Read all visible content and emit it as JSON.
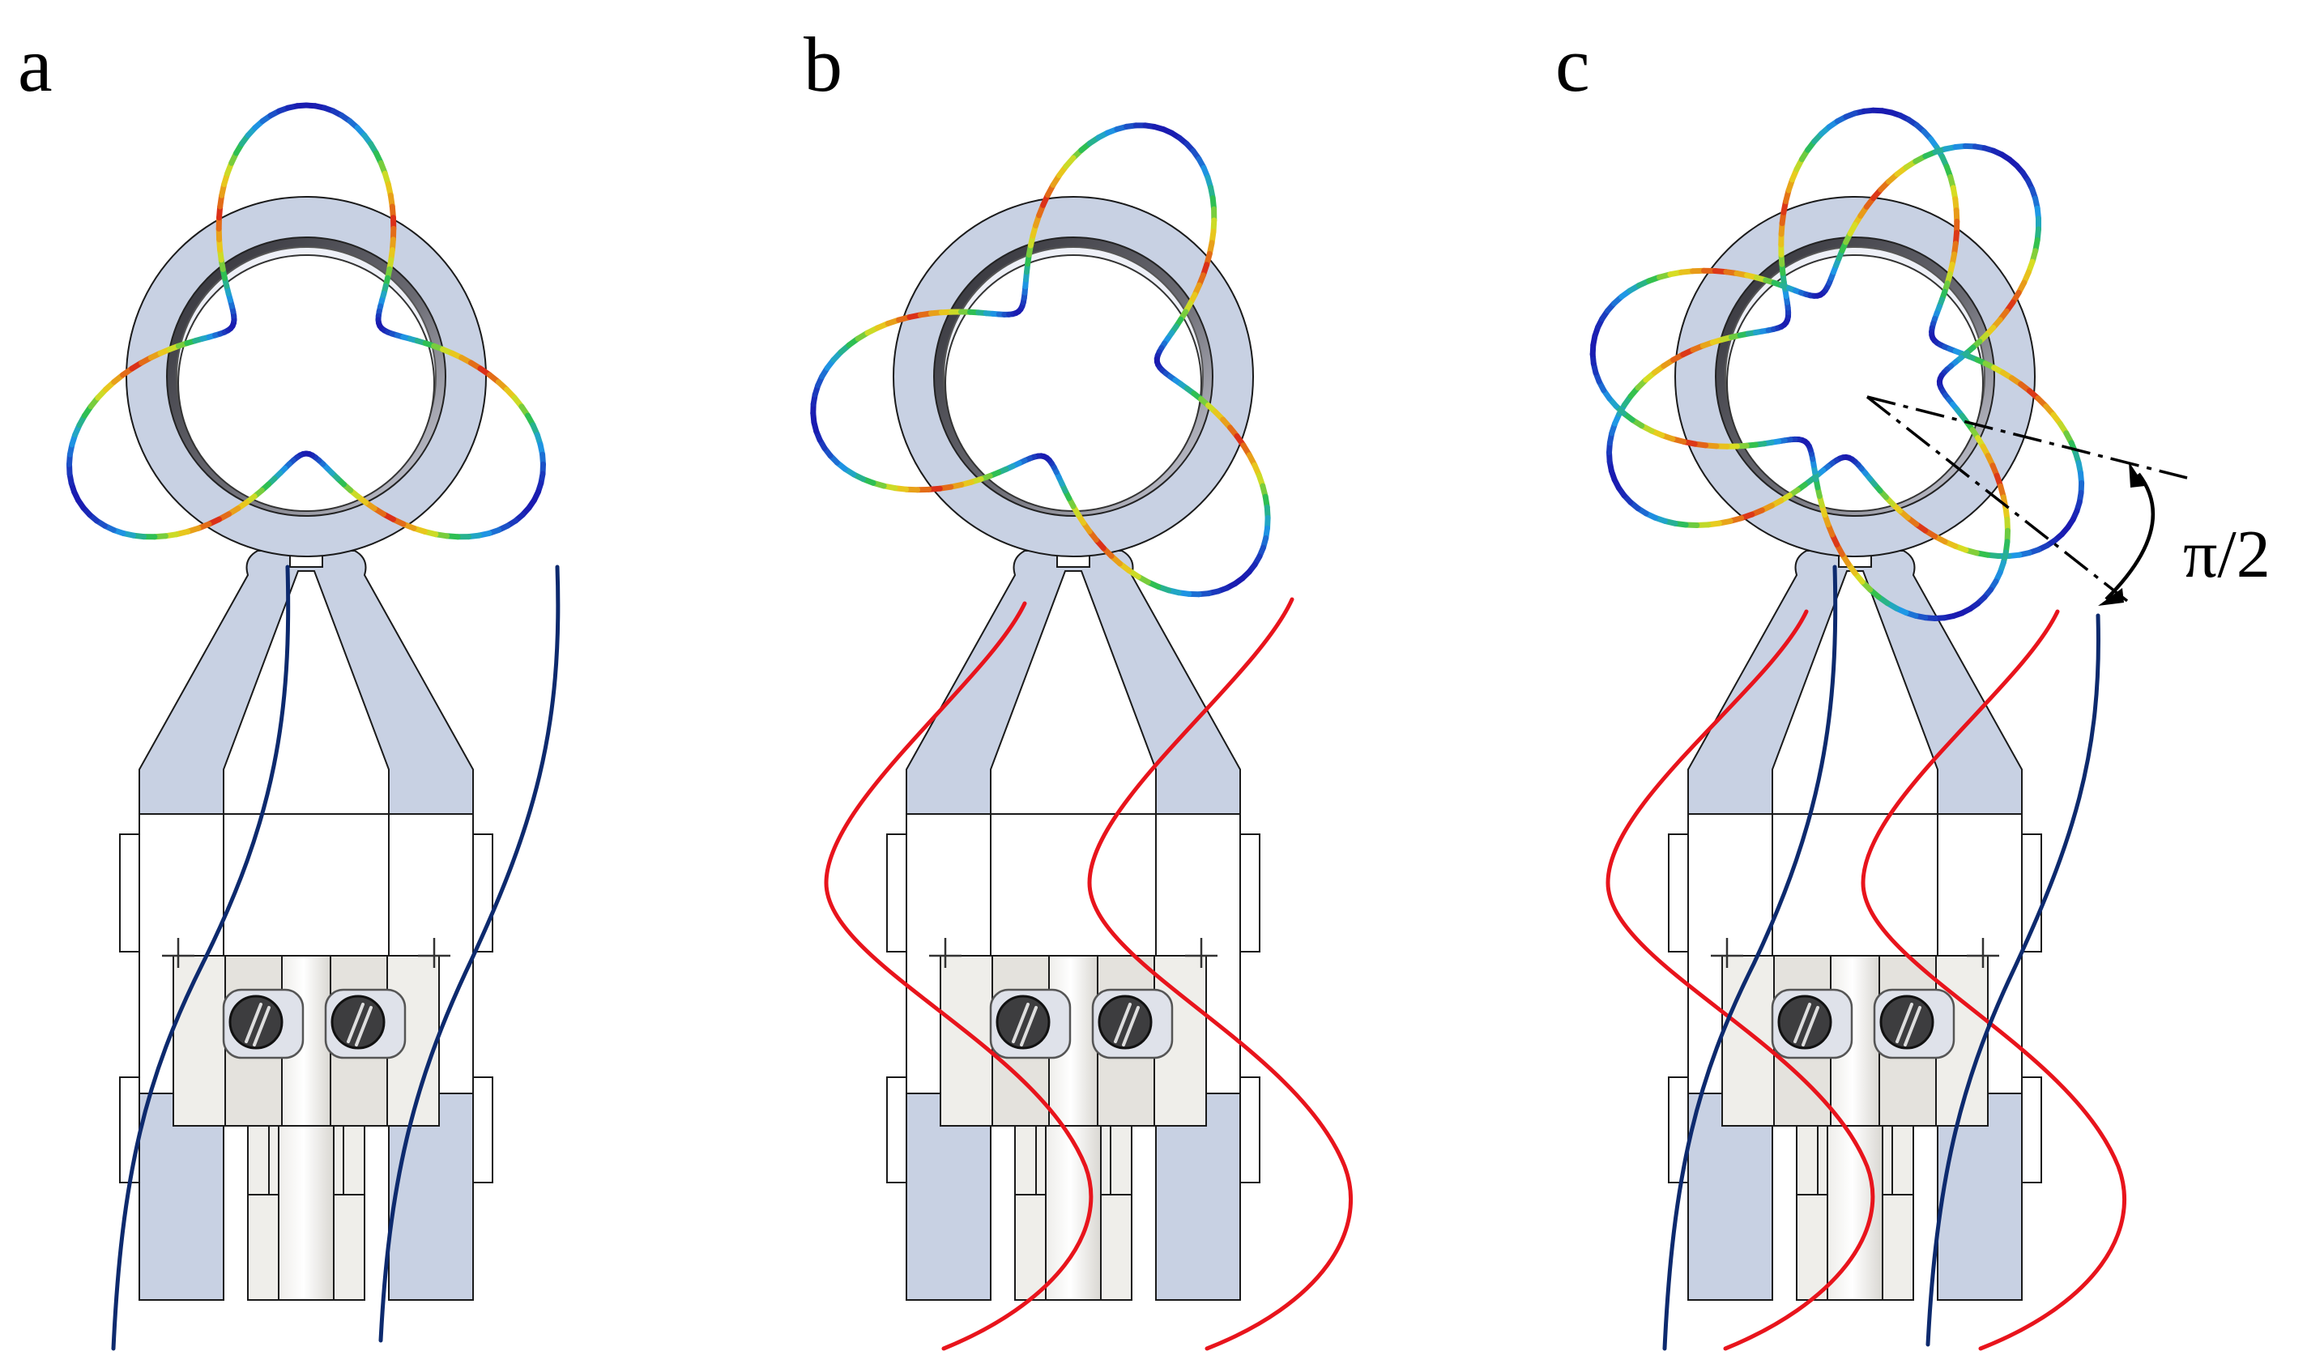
{
  "panels": [
    {
      "label": "a",
      "mode_colors": [
        "#1a1ab0",
        "#1e9ee8",
        "#2ec050",
        "#e8e020",
        "#e89018",
        "#d81818"
      ]
    },
    {
      "label": "b"
    },
    {
      "label": "c",
      "angle": "π/2"
    }
  ],
  "colors": {
    "mount_blue": "#c8d1e3",
    "fiber_dark_blue": "#0d2a6e",
    "fiber_red": "#e8141c"
  }
}
